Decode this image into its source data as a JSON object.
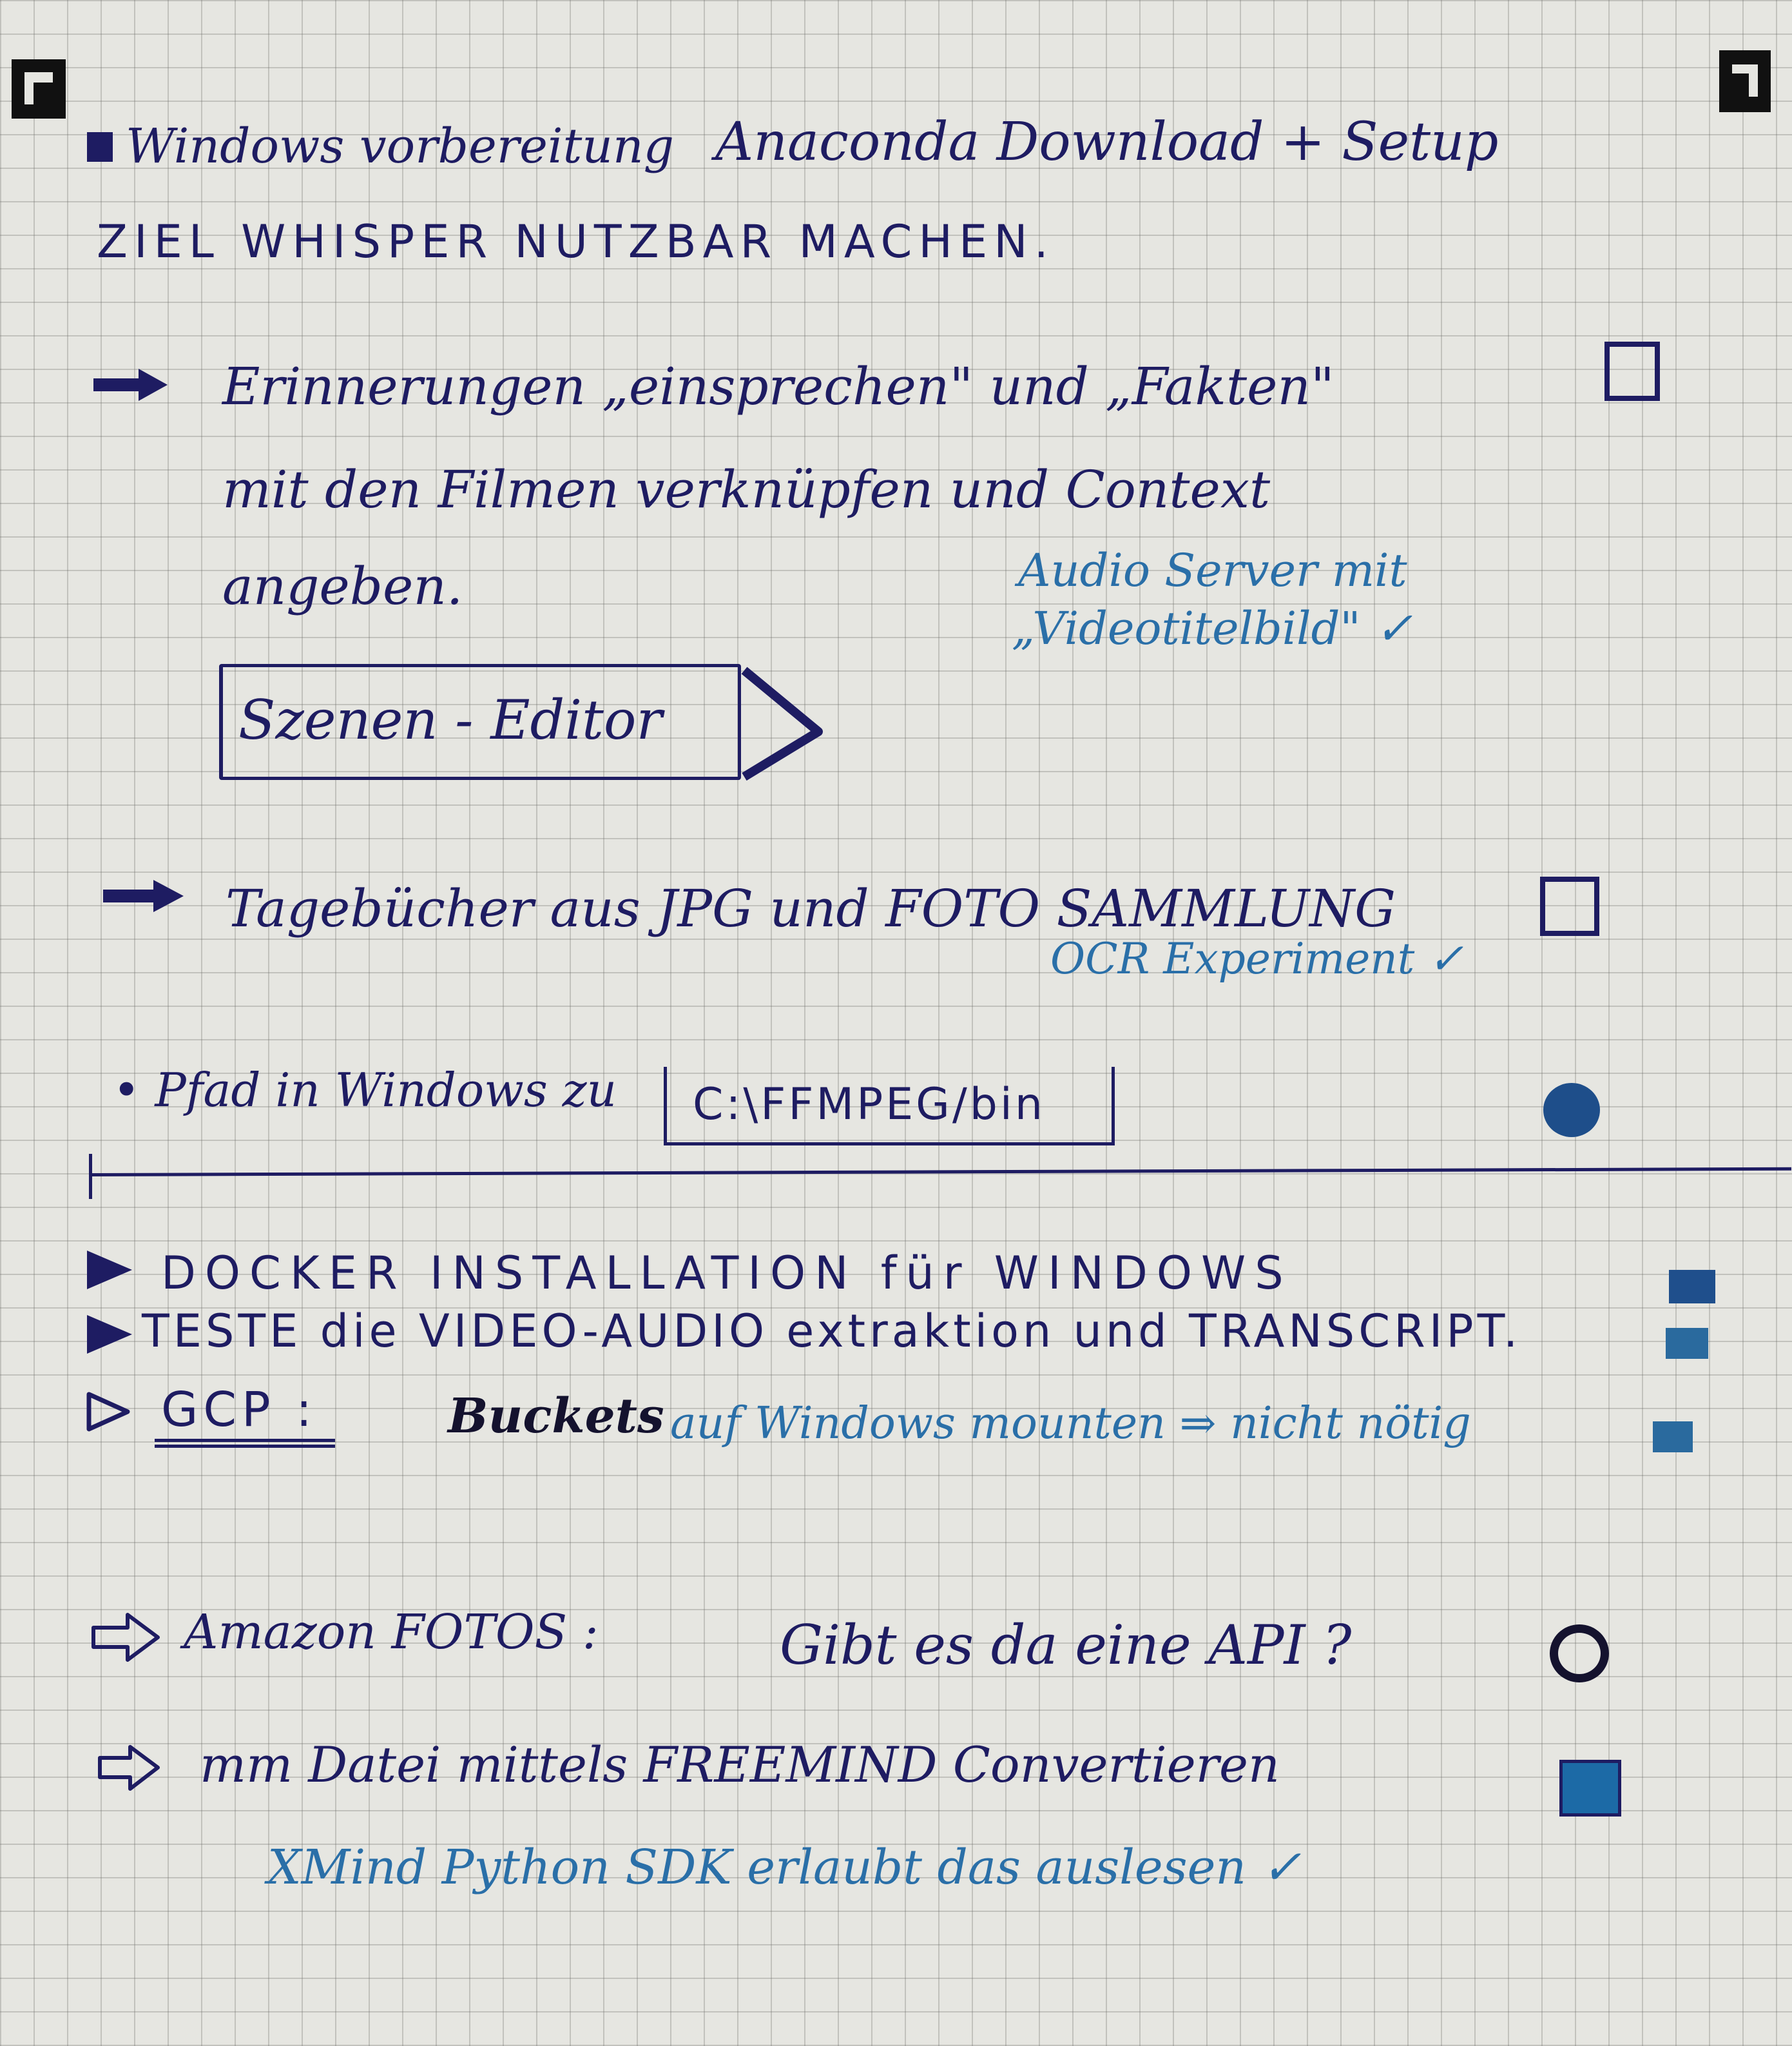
{
  "notes": {
    "header": "Windows vorbereitung",
    "header_right": "Anaconda Download + Setup",
    "goal": "ZIEL WHISPER NUTZBAR MACHEN.",
    "item1_line1": "Erinnerungen „einsprechen\" und „Fakten\"",
    "item1_line2": "mit den Filmen verknüpfen und Context",
    "item1_line3": "angeben.",
    "item1_side_1": "Audio Server mit",
    "item1_side_2": "„Videotitelbild\" ✓",
    "scene_editor": "Szenen - Editor",
    "item2": "Tagebücher aus JPG und FOTO SAMMLUNG",
    "item2_note": "OCR Experiment ✓",
    "item3_label": "• Pfad in Windows zu",
    "item3_path": "C:\\FFMPEG/bin",
    "task1": "DOCKER INSTALLATION für WINDOWS",
    "task2": "TESTE die VIDEO-AUDIO extraktion und TRANSCRIPT.",
    "task3_label": "GCP :",
    "task3_bold": "Buckets",
    "task3_rest": "auf Windows mounten ⇒ nicht nötig",
    "item4_label": "Amazon FOTOS :",
    "item4_question": "Gibt es da eine API ?",
    "item5": "mm Datei mittels FREEMIND Convertieren",
    "item5_note": "XMind Python SDK erlaubt das auslesen ✓"
  },
  "colors": {
    "ink_dark": "#1e1c62",
    "ink_blue": "#2a6fa8",
    "paper": "#e6e6e1"
  }
}
